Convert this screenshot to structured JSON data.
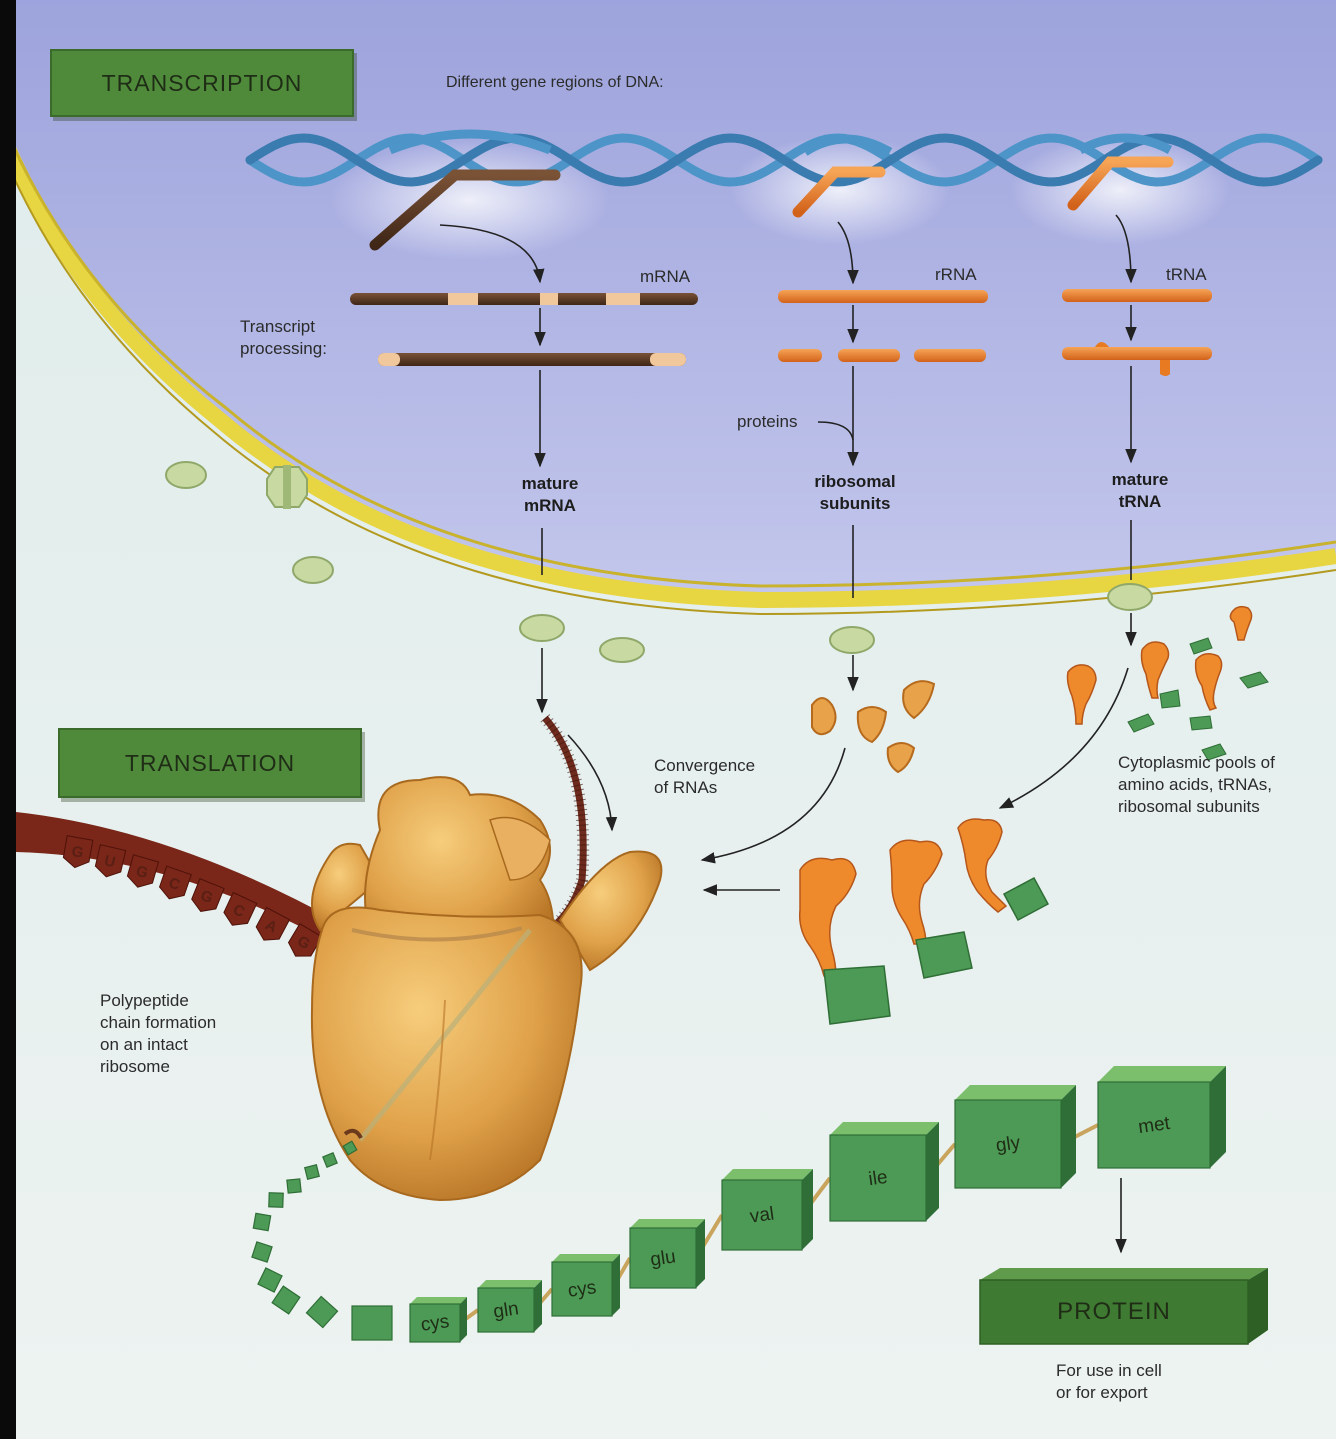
{
  "labels": {
    "transcription": "TRANSCRIPTION",
    "gene_regions": "Different gene regions of DNA:",
    "mrna": "mRNA",
    "rrna": "rRNA",
    "trna": "tRNA",
    "transcript_processing": "Transcript\nprocessing:",
    "proteins": "proteins",
    "mature_mrna": "mature\nmRNA",
    "ribosomal_subunits": "ribosomal\nsubunits",
    "mature_trna": "mature\ntRNA",
    "translation": "TRANSLATION",
    "convergence": "Convergence\nof RNAs",
    "cytoplasmic_pools": "Cytoplasmic pools of\namino acids, tRNAs,\nribosomal subunits",
    "polypeptide": "Polypeptide\nchain formation\non an intact\nribosome",
    "protein": "PROTEIN",
    "for_use": "For use in cell\nor for export"
  },
  "mrna_bases": [
    "G",
    "U",
    "G",
    "C",
    "G",
    "C",
    "A",
    "G"
  ],
  "amino_acids": [
    "cys",
    "gln",
    "cys",
    "glu",
    "val",
    "ile",
    "gly",
    "met"
  ],
  "colors": {
    "nucleus": "#aeb4e3",
    "cytoplasm": "#e4efef",
    "membrane": "#e8d542",
    "dna": "#4d95c8",
    "mrna": "#5a3a22",
    "rrna_trna": "#e87a22",
    "label_box": "#4f8a3b",
    "ribosome": "#e0a24a",
    "amino_acid": "#4c9a55"
  }
}
